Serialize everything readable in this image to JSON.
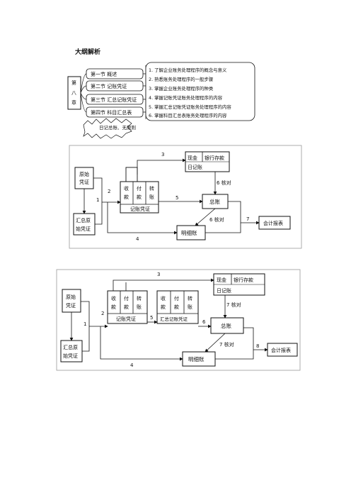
{
  "outline": {
    "title": "大纲解析",
    "chapter": "第八章",
    "sections": [
      "第一节  概述",
      "第二节  记账凭证",
      "第三节  汇总记账凭证",
      "第四节  科目汇总表"
    ],
    "goals": [
      "1. 了解企业账务处理程序的概念与意义",
      "2. 熟悉账务处理程序的一般步骤",
      "3. 掌握企业账务处理程序的种类",
      "4. 掌握记账凭证账务处理程序的内容",
      "5. 掌握汇总记账凭证账务处理程序的内容",
      "6. 掌握科目汇总表账务处理程序的内容"
    ],
    "cloud": "日记总账、无原则"
  },
  "diagram1": {
    "original_voucher": [
      "原始",
      "凭证"
    ],
    "summary_voucher": [
      "汇总原",
      "始凭证"
    ],
    "voucher_cols": [
      [
        "收",
        "款"
      ],
      [
        "付",
        "款"
      ],
      [
        "转",
        "账"
      ]
    ],
    "voucher_label": "记账凭证",
    "journal": [
      "现金",
      "银行存款"
    ],
    "journal_label": "日记账",
    "ledger": "总账",
    "subledger": "明细账",
    "report": "会计报表",
    "check_journal": "6 核对",
    "check_sub": "6 核对",
    "steps": [
      "1",
      "2",
      "3",
      "4",
      "5",
      "7"
    ]
  },
  "diagram2": {
    "original_voucher": [
      "原始",
      "凭证"
    ],
    "summary_voucher": [
      "汇总原",
      "始凭证"
    ],
    "voucher_cols": [
      [
        "收",
        "款"
      ],
      [
        "付",
        "款"
      ],
      [
        "转",
        "账"
      ]
    ],
    "voucher_label": "记账凭证",
    "summary_cols": [
      [
        "收",
        "款"
      ],
      [
        "付",
        "款"
      ],
      [
        "转",
        "账"
      ]
    ],
    "summary_label": "汇总记账凭证",
    "journal": [
      "现金",
      "银行存款"
    ],
    "journal_label": "日记账",
    "ledger": "总账",
    "subledger": "明细账",
    "report": "会计报表",
    "check_journal": "7 核对",
    "check_sub": "7 核对",
    "steps": [
      "1",
      "2",
      "3",
      "4",
      "5",
      "6",
      "8"
    ]
  }
}
